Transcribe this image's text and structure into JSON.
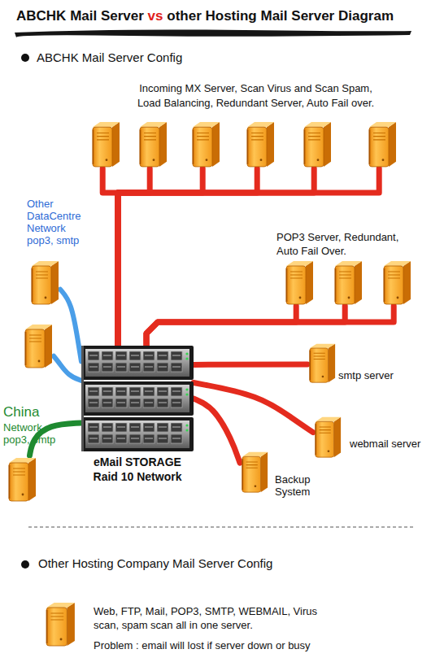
{
  "diagram": {
    "title": "ABCHK Mail Server vs other Hosting Mail Server Diagram",
    "nodes": [
      {
        "text": []
      },
      {
        "text": []
      },
      {
        "text": []
      },
      {
        "text": []
      },
      {
        "text": []
      },
      {
        "text": []
      },
      {
        "text": []
      },
      {
        "text": []
      },
      {
        "text": []
      },
      {
        "text": []
      },
      {
        "text": []
      },
      {
        "text": [
          "smtp server"
        ]
      },
      {
        "text": [
          "eMail STORAGE Raid 10 Network"
        ]
      },
      {
        "text": [
          "webmail server"
        ]
      },
      {
        "text": [
          "Backup System"
        ]
      },
      {
        "text": []
      },
      {
        "text": [
          "Web, FTP, Mail, POP3, SMTP, WEBMAIL, Virus scan, spam scan all in one server.",
          "Problem : email will lost if server down or busy"
        ]
      }
    ],
    "edges": [
      {
        "from": 12,
        "to": 0,
        "arrow": "none"
      },
      {
        "from": 12,
        "to": 1,
        "arrow": "none"
      },
      {
        "from": 12,
        "to": 2,
        "arrow": "none"
      },
      {
        "from": 12,
        "to": 3,
        "arrow": "none"
      },
      {
        "from": 12,
        "to": 4,
        "arrow": "none"
      },
      {
        "from": 12,
        "to": 5,
        "arrow": "none"
      },
      {
        "from": 12,
        "to": 7,
        "arrow": "none"
      },
      {
        "from": 12,
        "to": 8,
        "arrow": "none"
      },
      {
        "from": 12,
        "to": 9,
        "arrow": "none"
      },
      {
        "from": 12,
        "to": 11,
        "arrow": "none"
      },
      {
        "from": 12,
        "to": 13,
        "arrow": "none"
      },
      {
        "from": 12,
        "to": 14,
        "arrow": "none"
      },
      {
        "from": 12,
        "to": 6,
        "arrow": "none"
      },
      {
        "from": 12,
        "to": 10,
        "arrow": "none"
      },
      {
        "from": 12,
        "to": 15,
        "arrow": "none"
      }
    ],
    "labels": [
      "ABCHK Mail Server Config",
      "Incoming MX Server, Scan Virus and Scan Spam, Load Balancing, Redundant Server, Auto Fail over.",
      "Other DataCentre Network pop3, smtp",
      "POP3 Server, Redundant, Auto Fail Over.",
      "China",
      "Network pop3, smtp",
      "Other Hosting Company Mail Server Config"
    ]
  }
}
